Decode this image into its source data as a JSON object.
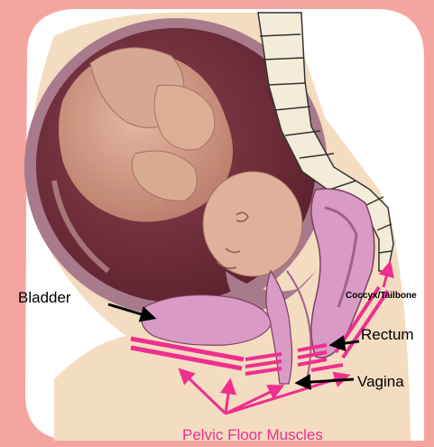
{
  "labels": {
    "bladder": "Bladder",
    "coccyx": "Coccyx/Tailbone",
    "rectum": "Rectum",
    "vagina": "Vagina",
    "pelvic_floor": "Pelvic Floor Muscles"
  },
  "colors": {
    "border": "#f5a5a0",
    "background": "#ffffff",
    "body_skin": "#f3dcc0",
    "uterus_wall": "#a87a8c",
    "womb_fluid": "#6e2f3a",
    "fetus": "#d4a28a",
    "spine": "#f2ecd8",
    "organ_pink": "#d99ac6",
    "muscle_magenta": "#ee2f8f",
    "arrow_black": "#000000"
  },
  "icons": {
    "pointer_arrow": "black-arrow",
    "muscle_arrow": "magenta-arrow"
  }
}
